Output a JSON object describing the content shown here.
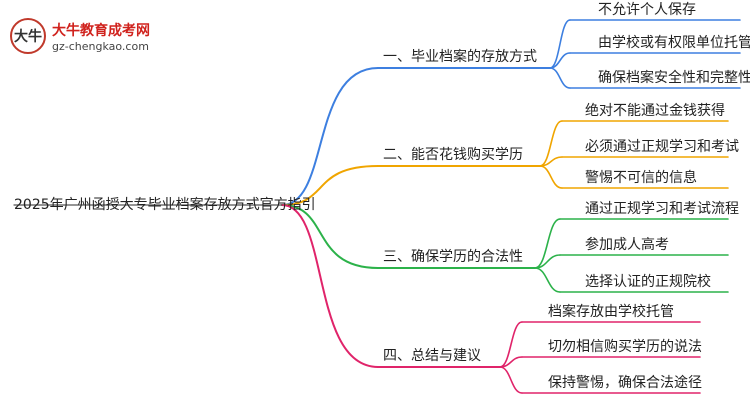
{
  "logo": {
    "mark": "大牛",
    "title": "大牛教育成考网",
    "url": "gz-chengkao.com"
  },
  "root": {
    "label": "2025年广州函授大专毕业档案存放方式官方指引"
  },
  "branches": [
    {
      "label": "一、毕业档案的存放方式",
      "color": "#3d7fe0",
      "children": [
        "不允许个人保存",
        "由学校或有权限单位托管",
        "确保档案安全性和完整性"
      ]
    },
    {
      "label": "二、能否花钱购买学历",
      "color": "#f0a500",
      "children": [
        "绝对不能通过金钱获得",
        "必须通过正规学习和考试",
        "警惕不可信的信息"
      ]
    },
    {
      "label": "三、确保学历的合法性",
      "color": "#2cb24a",
      "children": [
        "通过正规学习和考试流程",
        "参加成人高考",
        "选择认证的正规院校"
      ]
    },
    {
      "label": "四、总结与建议",
      "color": "#e0246a",
      "children": [
        "档案存放由学校托管",
        "切勿相信购买学历的说法",
        "保持警惕，确保合法途径"
      ]
    }
  ]
}
